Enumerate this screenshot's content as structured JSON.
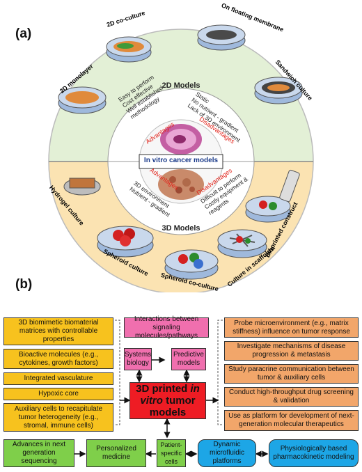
{
  "panel_a": {
    "label": "(a)",
    "center_title": "In vitro cancer models",
    "models_2d": {
      "title": "2D Models",
      "advantages_heading": "Advantages",
      "advantages": [
        "Easy to perform",
        "Cost effective",
        "Well established",
        "methodology"
      ],
      "disadvantages_heading": "Disadvantages",
      "disadvantages": [
        "Static",
        "No nutrient - gradient",
        "Lack of 3D environment"
      ],
      "cultures": [
        "2D monolayer",
        "2D co-culture",
        "On floating membrane",
        "Sandwich culture"
      ]
    },
    "models_3d": {
      "title": "3D Models",
      "advantages_heading": "Advantages",
      "advantages": [
        "3D environment",
        "Nutrient - gradient"
      ],
      "disadvantages_heading": "Disadvantages",
      "disadvantages": [
        "Difficult to perform",
        "Costly equipment &",
        "reagents"
      ],
      "cultures": [
        "Hydrogel culture",
        "Spheroid culture",
        "Spheroid co-culture",
        "Culture in scaffolds",
        "Bioprinted construct"
      ]
    },
    "colors": {
      "top_half": "#e3f0d6",
      "bottom_half": "#fbe3b2",
      "accent_red": "#e2231a"
    }
  },
  "panel_b": {
    "label": "(b)",
    "center_box": {
      "line1_a": "3D printed ",
      "line1_b": "in",
      "line2_a": "vitro",
      "line2_b": " tumor",
      "line3": "models"
    },
    "left_boxes": [
      "3D biomimetic biomaterial matrices with controllable properties",
      "Bioactive molecules (e.g., cytokines, growth factors)",
      "Integrated vasculature",
      "Hypoxic core",
      "Auxiliary cells to recapitulate tumor heterogeneity (e.g., stromal, immune cells)"
    ],
    "right_boxes": [
      "Probe microenvironment (e.g., matrix stiffness) influence on tumor response",
      "Investigate mechanisms of disease progression & metastasis",
      "Study paracrine communication between tumor & auxiliary cells",
      "Conduct high-throughput drug screening & validation",
      "Use as platform for development of next-generation molecular therapeutics"
    ],
    "top_box": "Interactions between signaling molecules/pathways",
    "systems_biology": "Systems biology",
    "predictive_models": "Predictive models",
    "bottom_row": [
      "Advances in next generation sequencing",
      "Personalized medicine",
      "Patient-specific cells",
      "Dynamic microfluidic platforms",
      "Physiologically based pharmacokinetic modeling"
    ],
    "colors": {
      "yellow": "#f7c21e",
      "orange": "#f2a66a",
      "pink": "#f06fae",
      "green": "#7fcf4a",
      "blue": "#1da6e6",
      "red": "#ee1c24"
    }
  }
}
